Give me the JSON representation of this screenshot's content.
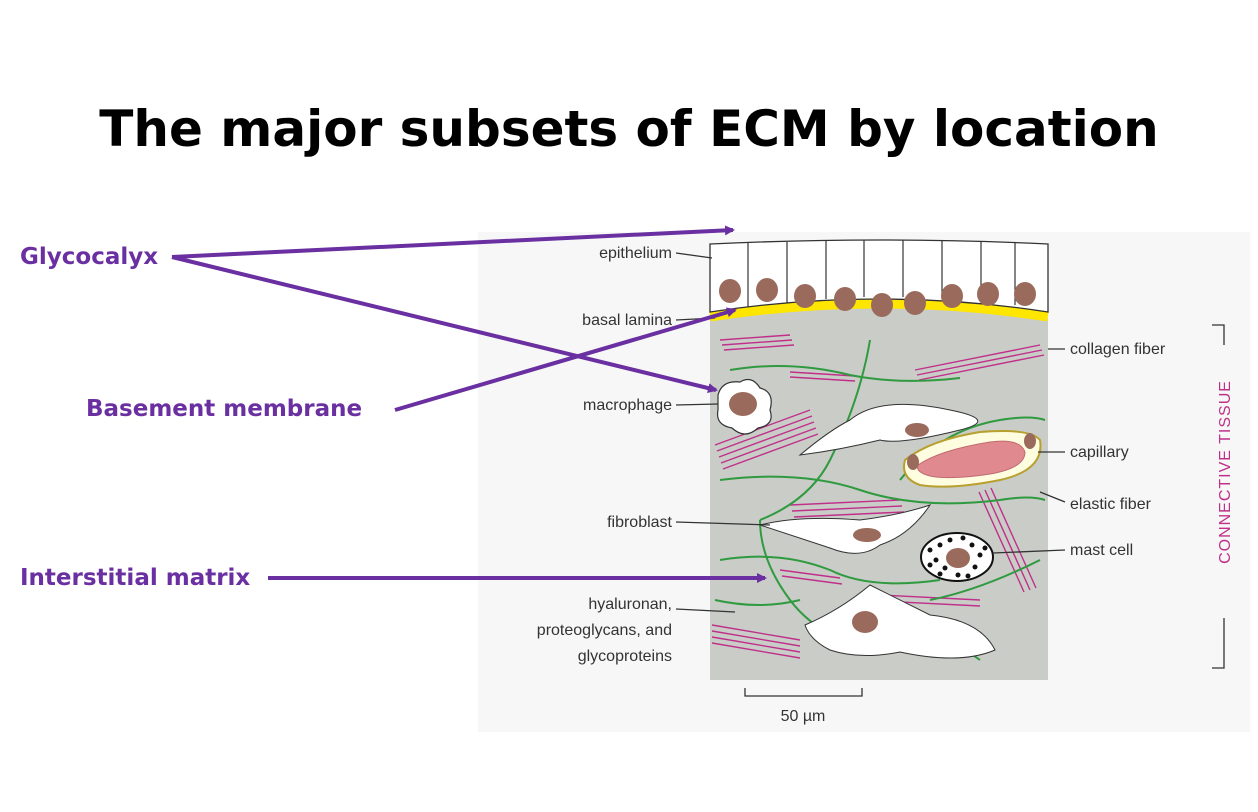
{
  "title": "The major subsets of ECM by location",
  "ecm_subsets": [
    {
      "label": "Glycocalyx"
    },
    {
      "label": "Basement membrane"
    },
    {
      "label": "Interstitial matrix"
    }
  ],
  "figure_labels": {
    "epithelium": "epithelium",
    "basal_lamina": "basal lamina",
    "macrophage": "macrophage",
    "fibroblast": "fibroblast",
    "hyaluronan_line1": "hyaluronan,",
    "hyaluronan_line2": "proteoglycans, and",
    "hyaluronan_line3": "glycoproteins",
    "collagen_fiber": "collagen fiber",
    "capillary": "capillary",
    "elastic_fiber": "elastic fiber",
    "mast_cell": "mast cell",
    "connective_tissue": "CONNECTIVE TISSUE",
    "scale_bar": "50 µm"
  },
  "colors": {
    "accent": "#6a2fa0",
    "tissue": "#c9ccc7",
    "collagen": "#c0308a",
    "elastic": "#2f9a3f",
    "basal_lamina": "#ffe600",
    "nucleus": "#9a6b5c",
    "capillary": "#e08a90",
    "connective_label": "#c0308a"
  }
}
